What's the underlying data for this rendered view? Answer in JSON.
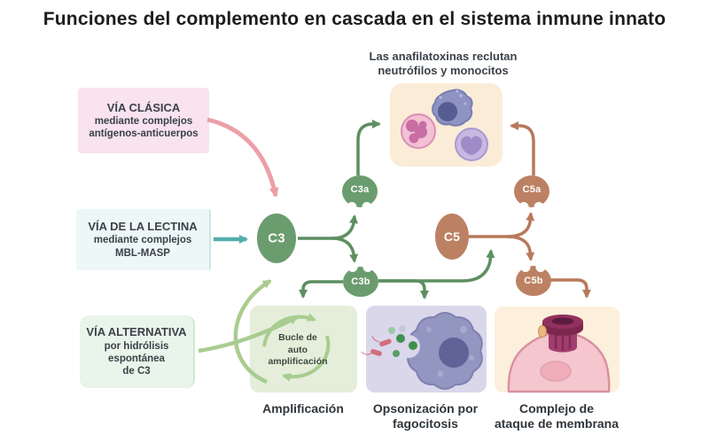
{
  "title": "Funciones del complemento en cascada en el sistema inmune innato",
  "pathways": [
    {
      "name": "VÍA CLÁSICA",
      "desc": "mediante complejos\nantígenos-anticuerpos"
    },
    {
      "name": "VÍA DE LA LECTINA",
      "desc": "mediante complejos\nMBL-MASP"
    },
    {
      "name": "VÍA ALTERNATIVA",
      "desc": "por hidrólisis\nespontánea\nde C3"
    }
  ],
  "nodes": {
    "c3": "C3",
    "c3a": "C3a",
    "c3b": "C3b",
    "c5": "C5",
    "c5a": "C5a",
    "c5b": "C5b"
  },
  "annotations": {
    "anaphylatoxins": "Las anafilatoxinas reclutan\nneutrófilos y monocitos",
    "loop": "Bucle de\nauto\namplificación"
  },
  "outcomes": [
    {
      "label": "Amplificación"
    },
    {
      "label": "Opsonización por\nfagocitosis"
    },
    {
      "label": "Complejo de\nataque de membrana"
    }
  ],
  "colors": {
    "c3_green": "#6b9c6e",
    "c5_brown": "#bc8163",
    "arrow_green": "#5d8f61",
    "arrow_light_green": "#a9cc90",
    "arrow_teal": "#54aeae",
    "arrow_pink": "#ec9fa7",
    "arrow_brown": "#b7795b",
    "classical_box": "#f8e3ef",
    "lectin_box": "#edf7f7",
    "alternative_box": "#e9f4ea",
    "anaphylatoxin_box": "#fbecd8",
    "amplification_box": "#e4eedb",
    "opsonization_box": "#dad7eb",
    "mac_box": "#fcf0dc"
  }
}
